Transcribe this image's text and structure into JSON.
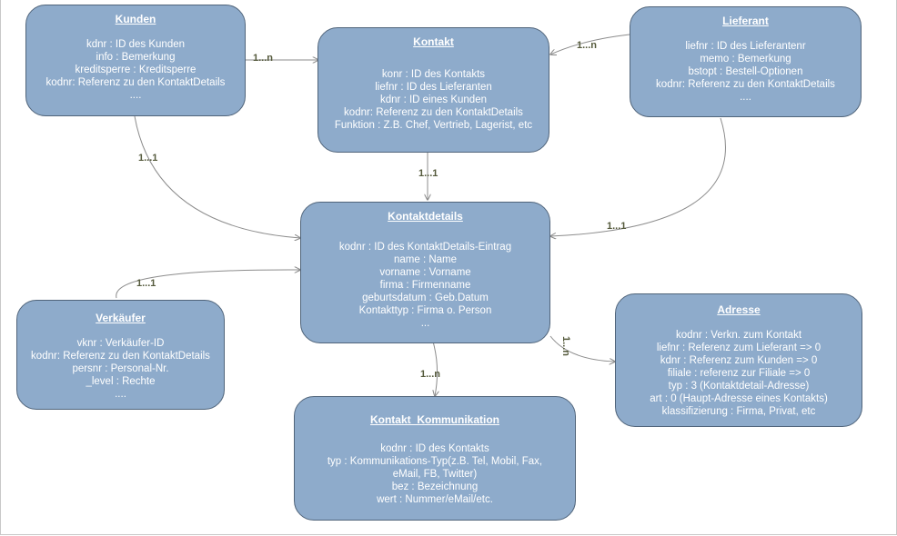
{
  "nodes": {
    "kunden": {
      "title": "Kunden",
      "lines": [
        "kdnr : ID des Kunden",
        "info : Bemerkung",
        "kreditsperre : Kreditsperre",
        "kodnr: Referenz zu den KontaktDetails",
        "...."
      ]
    },
    "kontakt": {
      "title": "Kontakt",
      "lines": [
        "konr : ID des Kontakts",
        "liefnr : ID des Lieferanten",
        "kdnr : ID eines Kunden",
        "kodnr: Referenz zu den KontaktDetails",
        "Funktion : Z.B. Chef, Vertrieb, Lagerist, etc"
      ]
    },
    "lieferant": {
      "title": "Lieferant",
      "lines": [
        "liefnr : ID des Lieferantenr",
        "memo : Bemerkung",
        "bstopt : Bestell-Optionen",
        "kodnr: Referenz zu den KontaktDetails",
        "...."
      ]
    },
    "kontaktdetails": {
      "title": "Kontaktdetails",
      "lines": [
        "kodnr : ID des KontaktDetails-Eintrag",
        "name : Name",
        "vorname : Vorname",
        "firma : Firmenname",
        "geburtsdatum : Geb.Datum",
        "Kontakttyp : Firma o. Person",
        "..."
      ]
    },
    "verkaeufer": {
      "title": "Verkäufer",
      "lines": [
        "vknr : Verkäufer-ID",
        "kodnr: Referenz zu den KontaktDetails",
        "persnr : Personal-Nr.",
        "_level : Rechte",
        "...."
      ]
    },
    "adresse": {
      "title": "Adresse",
      "lines": [
        "kodnr : Verkn. zum Kontakt",
        "liefnr : Referenz zum Lieferant => 0",
        "kdnr : Referenz zum Kunden => 0",
        "filiale : referenz zur Filiale => 0",
        "typ : 3 (Kontaktdetail-Adresse)",
        "art : 0 (Haupt-Adresse eines Kontakts)",
        "klassifizierung : Firma, Privat, etc"
      ]
    },
    "kommunikation": {
      "title": "Kontakt_Kommunikation",
      "lines": [
        "kodnr : ID des Kontakts",
        "typ : Kommunikations-Typ(z.B. Tel, Mobil, Fax,",
        "eMail, FB, Twitter)",
        "bez : Bezeichnung",
        "wert : Nummer/eMail/etc."
      ]
    }
  },
  "edges": {
    "kunden_kontakt": "1...n",
    "lieferant_kontakt": "1...n",
    "kunden_kontaktdetails": "1...1",
    "kontakt_kontaktdetails": "1...1",
    "lieferant_kontaktdetails": "1...1",
    "verkaeufer_kontaktdetails": "1...1",
    "kontaktdetails_adresse": "1...n",
    "kontaktdetails_kommunikation": "1...n"
  },
  "colors": {
    "node_fill": "#8eabcb",
    "node_border": "#50647a",
    "edge": "#8c8c8c",
    "edge_label": "#555a3c"
  }
}
